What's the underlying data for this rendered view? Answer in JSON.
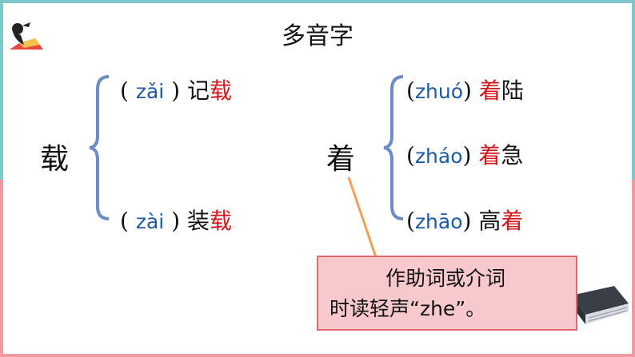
{
  "title": "多音字",
  "groups": [
    {
      "char": "载",
      "rows": [
        {
          "open": "(",
          "pinyin": "zǎi",
          "close": ")",
          "pre": "记",
          "hl": "载",
          "post": ""
        },
        {
          "open": "(",
          "pinyin": "zài",
          "close": ")",
          "pre": "装",
          "hl": "载",
          "post": ""
        }
      ]
    },
    {
      "char": "着",
      "rows": [
        {
          "open": "(",
          "pinyin": "zhuó",
          "close": ")",
          "pre": "",
          "hl": "着",
          "post": "陆"
        },
        {
          "open": "(",
          "pinyin": "zháo",
          "close": ")",
          "pre": "",
          "hl": "着",
          "post": "急"
        },
        {
          "open": "(",
          "pinyin": "zhāo",
          "close": ")",
          "pre": "高",
          "hl": "着",
          "post": ""
        }
      ]
    }
  ],
  "note": {
    "line1": "作助词或介词",
    "line2": "时读轻声“zhe”。"
  },
  "colors": {
    "frame_top": "#7fc6cb",
    "frame_bottom": "#ee9aa0",
    "pinyin": "#1a5aa8",
    "highlight": "#d2171c",
    "brace": "#6b8fc4",
    "note_bg": "#f7c9cd",
    "pointer_line": "#f2a057"
  },
  "icons": [
    "person-logo-icon",
    "book-icon"
  ]
}
